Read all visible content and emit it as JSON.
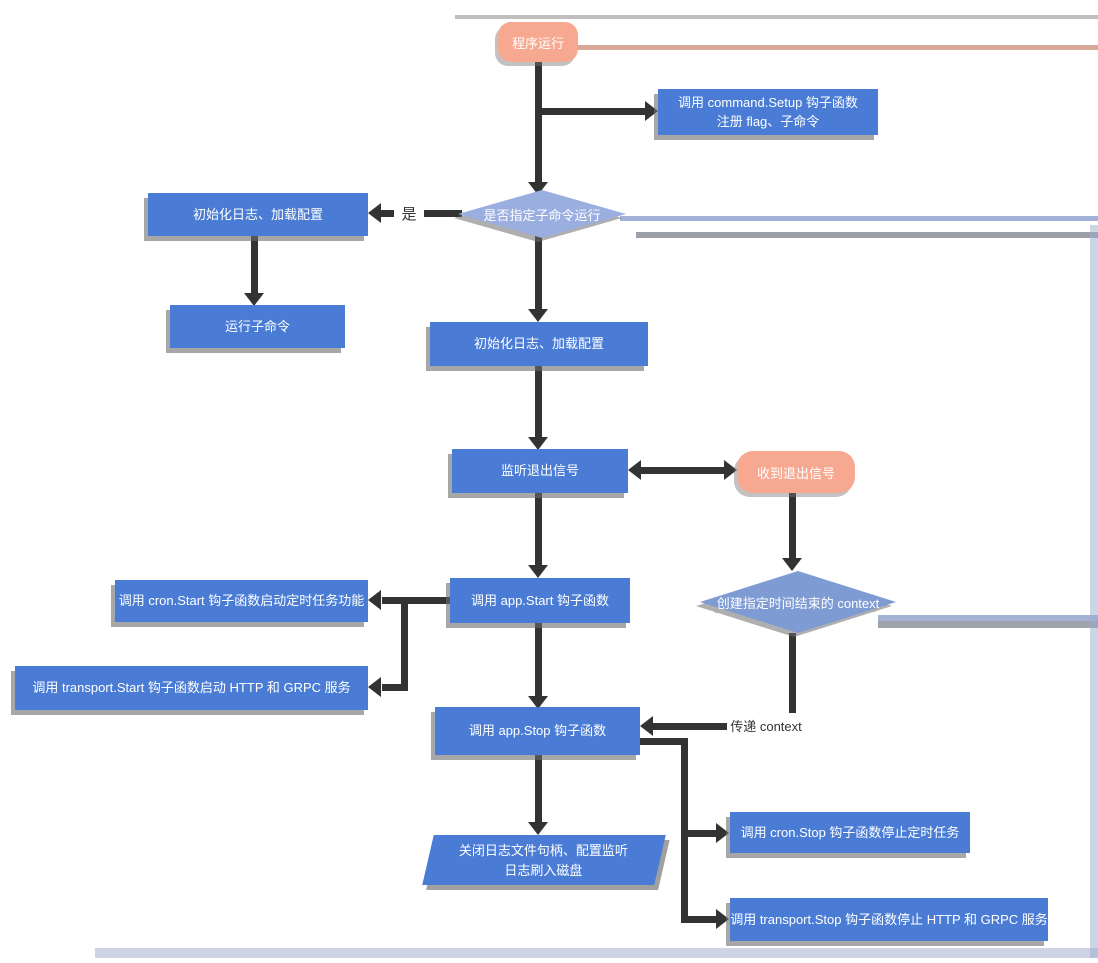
{
  "colors": {
    "node_blue": "#4a7cd6",
    "node_salmon": "#f6a990",
    "diamond_light": "#9aaee0",
    "diamond_mid": "#7e9bd3",
    "arrow": "#333333",
    "label_text": "#333333",
    "text_on_node": "#ffffff"
  },
  "nodes": {
    "start": {
      "label": "程序运行"
    },
    "setup": {
      "line1": "调用 command.Setup 钩子函数",
      "line2": "注册 flag、子命令"
    },
    "decision_subcommand": {
      "label": "是否指定子命令运行"
    },
    "init_left": {
      "label": "初始化日志、加载配置"
    },
    "run_subcommand": {
      "label": "运行子命令"
    },
    "init_center": {
      "label": "初始化日志、加载配置"
    },
    "listen_signal": {
      "label": "监听退出信号"
    },
    "receive_signal": {
      "label": "收到退出信号"
    },
    "app_start": {
      "label": "调用 app.Start 钩子函数"
    },
    "cron_start": {
      "label": "调用 cron.Start 钩子函数启动定时任务功能"
    },
    "transport_start": {
      "label": "调用 transport.Start 钩子函数启动 HTTP 和 GRPC 服务"
    },
    "context_diamond": {
      "label": "创建指定时间结束的 context"
    },
    "app_stop": {
      "label": "调用 app.Stop 钩子函数"
    },
    "close_log": {
      "line1": "关闭日志文件句柄、配置监听",
      "line2": "日志刷入磁盘"
    },
    "cron_stop": {
      "label": "调用 cron.Stop 钩子函数停止定时任务"
    },
    "transport_stop": {
      "label": "调用 transport.Stop 钩子函数停止 HTTP 和 GRPC 服务"
    }
  },
  "edge_labels": {
    "yes": "是",
    "pass_context": "传递 context"
  }
}
